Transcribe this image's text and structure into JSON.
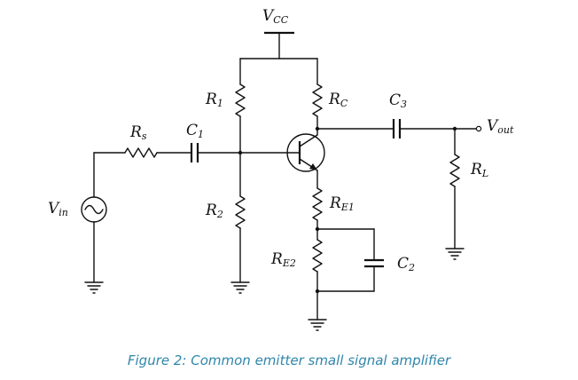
{
  "diagram": {
    "labels": {
      "vcc_main": "V",
      "vcc_sub": "CC",
      "r1_main": "R",
      "r1_sub": "1",
      "rc_main": "R",
      "rc_sub": "C",
      "c3_main": "C",
      "c3_sub": "3",
      "vout_main": "V",
      "vout_sub": "out",
      "rs_main": "R",
      "rs_sub": "s",
      "c1_main": "C",
      "c1_sub": "1",
      "rl_main": "R",
      "rl_sub": "L",
      "re1_main": "R",
      "re1_sub": "E1",
      "vin_main": "V",
      "vin_sub": "in",
      "r2_main": "R",
      "r2_sub": "2",
      "re2_main": "R",
      "re2_sub": "E2",
      "c2_main": "C",
      "c2_sub": "2"
    }
  },
  "caption": "Figure 2: Common emitter small signal amplifier",
  "colors": {
    "caption": "#2e86ab",
    "ink": "#111111"
  }
}
